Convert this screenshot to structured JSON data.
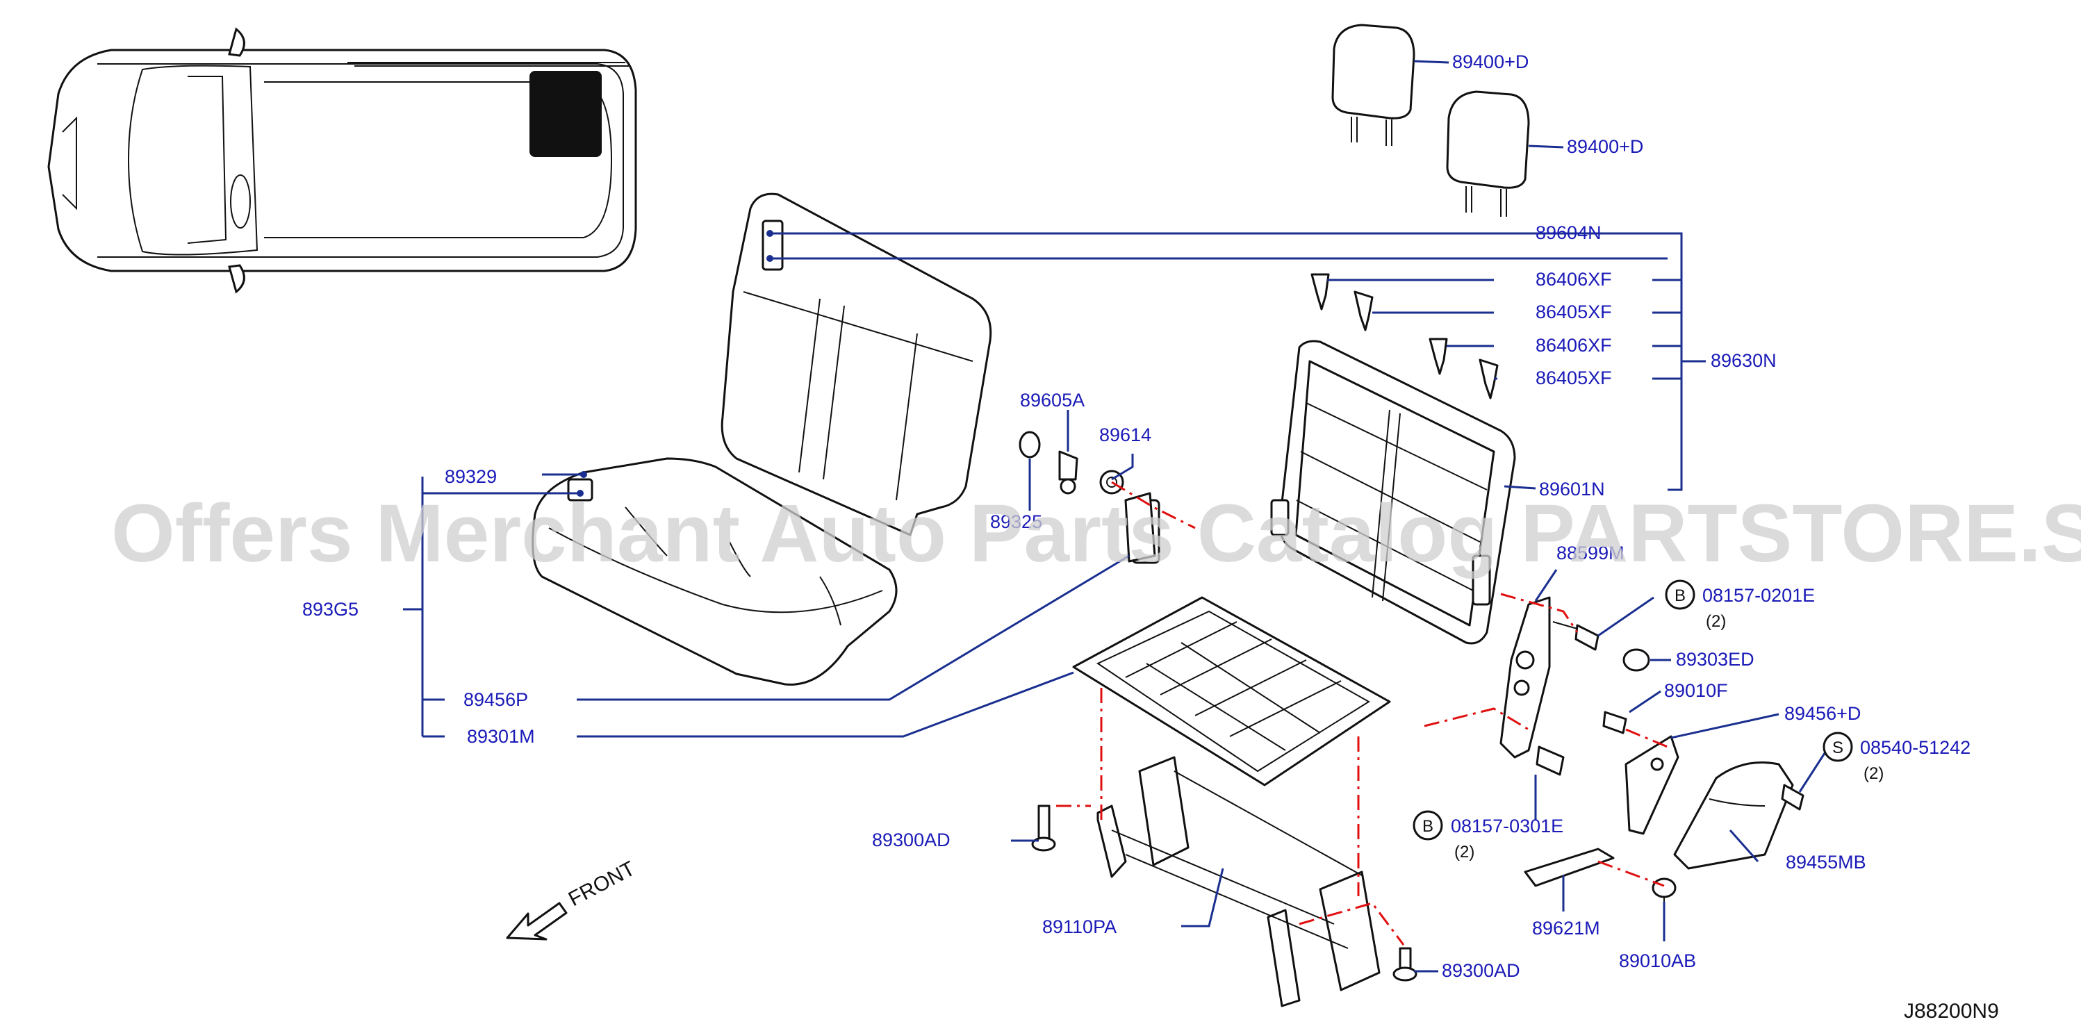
{
  "watermark": "Offers Merchant Auto Parts Catalog PARTSTORE.SA",
  "front_label": "FRONT",
  "diagram_code": "J88200N9",
  "labels": {
    "l_89400D_1": "89400+D",
    "l_89400D_2": "89400+D",
    "l_89604N": "89604N",
    "l_86406XF_1": "86406XF",
    "l_86405XF_1": "86405XF",
    "l_86406XF_2": "86406XF",
    "l_86405XF_2": "86405XF",
    "l_89630N": "89630N",
    "l_89601N": "89601N",
    "l_89605A": "89605A",
    "l_89614": "89614",
    "l_89329": "89329",
    "l_8932x": "89325",
    "l_893G5": "893G5",
    "l_8859x": "88599M",
    "l_08157_0201E": "08157-0201E",
    "l_08157_0201E_qty": "(2)",
    "l_89303ED": "89303ED",
    "l_89010F": "89010F",
    "l_89456D": "89456+D",
    "l_08540_51242": "08540-51242",
    "l_08540_51242_qty": "(2)",
    "l_89456P": "89456P",
    "l_89301M": "89301M",
    "l_08157_0301E": "08157-0301E",
    "l_08157_0301E_qty": "(2)",
    "l_89300AD_1": "89300AD",
    "l_89110PA": "89110PA",
    "l_89300AD_2": "89300AD",
    "l_89455MB": "89455MB",
    "l_89621M": "89621M",
    "l_89010AB": "89010AB"
  },
  "circle_markers": {
    "b1": "B",
    "s1": "S",
    "b2": "B"
  },
  "colors": {
    "label_blue": "#1a1ab8",
    "leader_blue": "#1a2f8f",
    "dash_red": "#e01010",
    "watermark_gray": "#cfcfcf"
  }
}
